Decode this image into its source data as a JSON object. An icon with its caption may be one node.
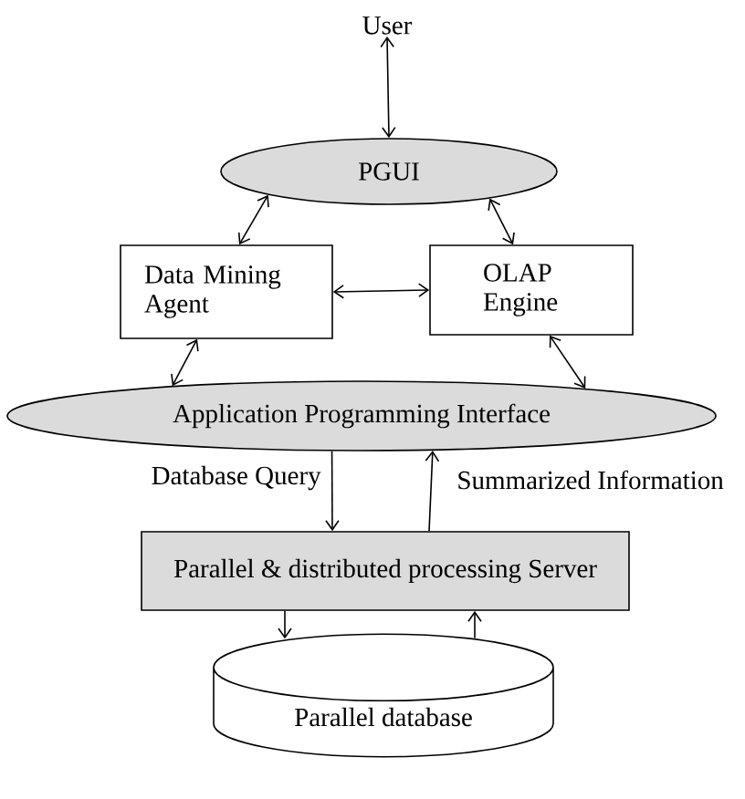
{
  "diagram": {
    "nodes": [
      {
        "text": [
          "User"
        ]
      },
      {
        "text": [
          "PGUI"
        ]
      },
      {
        "text": [
          "Data Mining Agent"
        ]
      },
      {
        "text": [
          "OLAP Engine"
        ]
      },
      {
        "text": [
          "Application Programming Interface"
        ]
      },
      {
        "text": [
          "Parallel & distributed processing Server"
        ]
      },
      {
        "text": [
          "Parallel database"
        ]
      }
    ],
    "edges": [
      {
        "from": 0,
        "to": 1,
        "arrow": "both"
      },
      {
        "from": 1,
        "to": 2,
        "arrow": "both"
      },
      {
        "from": 1,
        "to": 3,
        "arrow": "both"
      },
      {
        "from": 2,
        "to": 3,
        "arrow": "both"
      },
      {
        "from": 2,
        "to": 4,
        "arrow": "both"
      },
      {
        "from": 3,
        "to": 4,
        "arrow": "both"
      },
      {
        "from": 4,
        "to": 5,
        "arrow": "to",
        "label": "Database Query"
      },
      {
        "from": 5,
        "to": 4,
        "arrow": "to",
        "label": "Summarized Information"
      },
      {
        "from": 5,
        "to": 6,
        "arrow": "to"
      },
      {
        "from": 6,
        "to": 5,
        "arrow": "to"
      }
    ]
  }
}
